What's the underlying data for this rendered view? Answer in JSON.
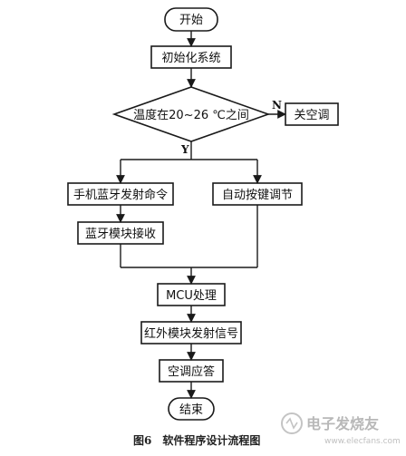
{
  "diagram": {
    "nodes": {
      "start": "开始",
      "init": "初始化系统",
      "decision": "温度在20~26 ℃之间",
      "ac_off": "关空调",
      "bt_cmd": "手机蓝牙发射命令",
      "bt_recv": "蓝牙模块接收",
      "auto_key": "自动按键调节",
      "mcu": "MCU处理",
      "ir_send": "红外模块发射信号",
      "ac_reply": "空调应答",
      "end": "结束"
    },
    "branch_labels": {
      "no": "N",
      "yes": "Y"
    },
    "caption": "图6　软件程序设计流程图",
    "watermark": {
      "text": "电子发烧友",
      "url": "www.elecfans.com"
    }
  }
}
